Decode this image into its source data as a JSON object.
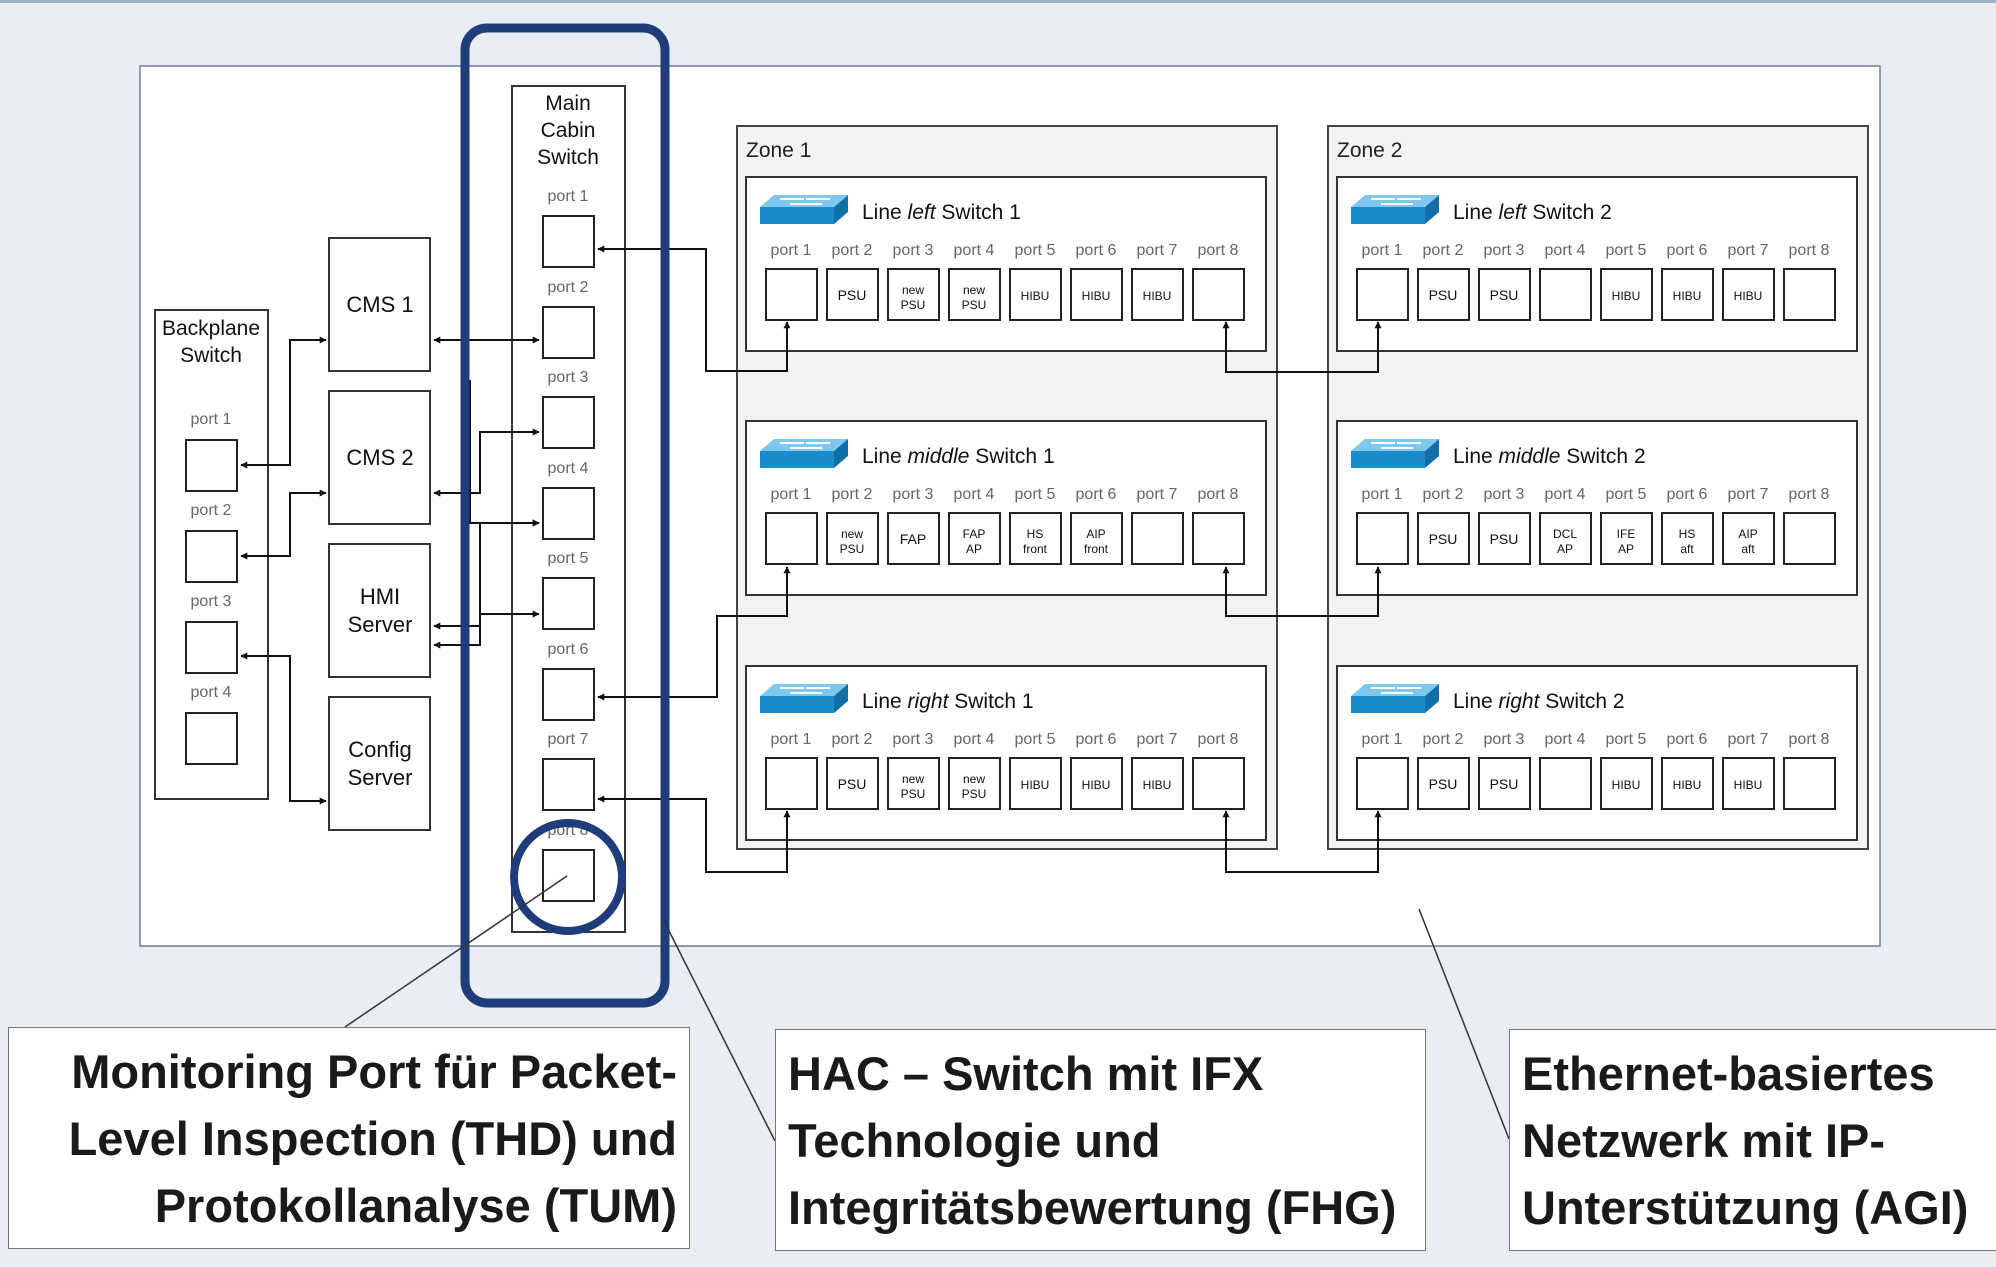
{
  "main_switch": {
    "title": [
      "Main",
      "Cabin",
      "Switch"
    ],
    "ports": [
      "port 1",
      "port 2",
      "port 3",
      "port 4",
      "port 5",
      "port 6",
      "port 7",
      "port 8"
    ]
  },
  "backplane": {
    "title": [
      "Backplane",
      "Switch"
    ],
    "ports": [
      "port 1",
      "port 2",
      "port 3",
      "port 4"
    ]
  },
  "servers": [
    {
      "lines": [
        "CMS 1"
      ]
    },
    {
      "lines": [
        "CMS 2"
      ]
    },
    {
      "lines": [
        "HMI",
        "Server"
      ]
    },
    {
      "lines": [
        "Config",
        "Server"
      ]
    }
  ],
  "zones": [
    {
      "label": "Zone 1",
      "switches": [
        {
          "pre": "Line ",
          "em": "left",
          "post": " Switch 1",
          "devices": [
            "",
            "PSU",
            "new PSU",
            "new PSU",
            "HIBU",
            "HIBU",
            "HIBU",
            ""
          ]
        },
        {
          "pre": "Line ",
          "em": "middle",
          "post": " Switch 1",
          "devices": [
            "",
            "new PSU",
            "FAP",
            "FAP AP",
            "HS front",
            "AIP front",
            "",
            ""
          ]
        },
        {
          "pre": "Line ",
          "em": "right",
          "post": " Switch 1",
          "devices": [
            "",
            "PSU",
            "new PSU",
            "new PSU",
            "HIBU",
            "HIBU",
            "HIBU",
            ""
          ]
        }
      ]
    },
    {
      "label": "Zone 2",
      "switches": [
        {
          "pre": "Line ",
          "em": "left",
          "post": " Switch 2",
          "devices": [
            "",
            "PSU",
            "PSU",
            "",
            "HIBU",
            "HIBU",
            "HIBU",
            ""
          ]
        },
        {
          "pre": "Line ",
          "em": "middle",
          "post": " Switch 2",
          "devices": [
            "",
            "PSU",
            "PSU",
            "DCL AP",
            "IFE AP",
            "HS aft",
            "AIP aft",
            ""
          ]
        },
        {
          "pre": "Line ",
          "em": "right",
          "post": " Switch 2",
          "devices": [
            "",
            "PSU",
            "PSU",
            "",
            "HIBU",
            "HIBU",
            "HIBU",
            ""
          ]
        }
      ]
    }
  ],
  "line_switch_ports": [
    "port 1",
    "port 2",
    "port 3",
    "port 4",
    "port 5",
    "port 6",
    "port 7",
    "port 8"
  ],
  "callouts": [
    {
      "lines": [
        "Monitoring Port für Packet-",
        "Level Inspection (THD) und",
        "Protokollanalyse (TUM)"
      ]
    },
    {
      "lines": [
        "HAC – Switch mit IFX",
        "Technologie und",
        "Integritätsbewertung (FHG)"
      ]
    },
    {
      "lines": [
        "Ethernet-basiertes",
        "Netzwerk mit IP-",
        "Unterstützung (AGI)"
      ]
    }
  ],
  "colors": {
    "highlight": "#1f3d7a",
    "icon": "#1a8ccc",
    "page": "#e9eef5"
  }
}
